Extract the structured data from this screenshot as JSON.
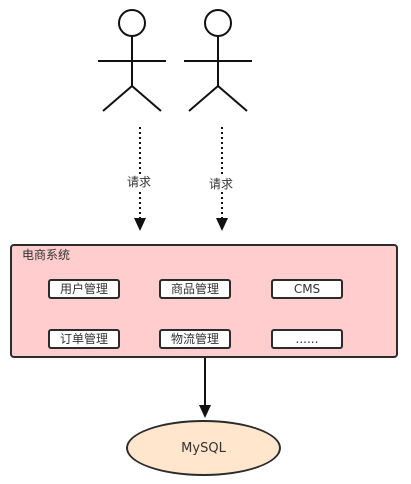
{
  "actors": [
    {
      "request_label": "请求"
    },
    {
      "request_label": "请求"
    }
  ],
  "system": {
    "title": "电商系统",
    "modules": [
      {
        "label": "用户管理"
      },
      {
        "label": "商品管理"
      },
      {
        "label": "CMS"
      },
      {
        "label": "订单管理"
      },
      {
        "label": "物流管理"
      },
      {
        "label": "......"
      }
    ]
  },
  "database": {
    "label": "MySQL"
  },
  "colors": {
    "system_fill": "#ffcdcd",
    "database_fill": "#ffe6cc",
    "stroke": "#2b2b2b"
  }
}
